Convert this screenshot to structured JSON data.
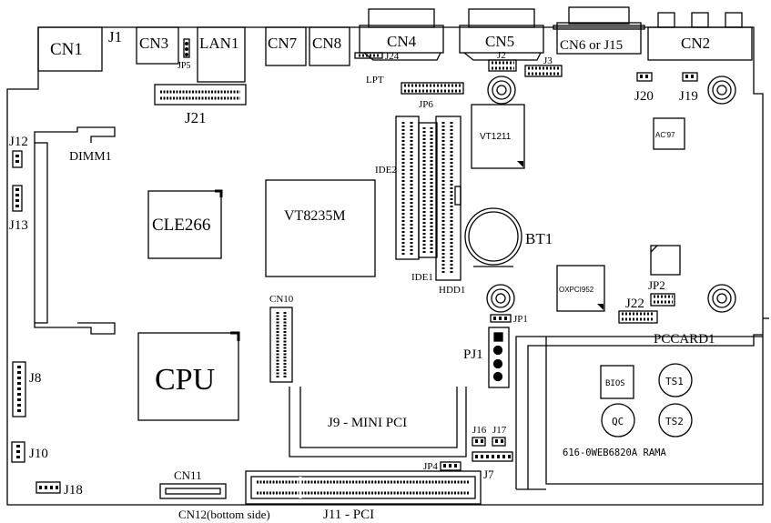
{
  "board": {
    "labels": {
      "cn1": "CN1",
      "j1": "J1",
      "cn3": "CN3",
      "jp5": "JP5",
      "lan1": "LAN1",
      "cn7": "CN7",
      "cn8": "CN8",
      "cn4": "CN4",
      "cn5": "CN5",
      "cn6": "CN6 or J15",
      "cn2": "CN2",
      "j24": "J24",
      "lpt": "LPT",
      "j2": "J2",
      "j3": "J3",
      "j20": "J20",
      "j19": "J19",
      "j21": "J21",
      "jp6": "JP6",
      "vt1211": "VT1211",
      "ac97": "AC'97",
      "j12": "J12",
      "dimm1": "DIMM1",
      "j13": "J13",
      "cle266": "CLE266",
      "vt8235m": "VT8235M",
      "ide2": "IDE2",
      "bt1": "BT1",
      "ide1": "IDE1",
      "hdd1": "HDD1",
      "oxpci952": "OXPCI952",
      "jp2": "JP2",
      "j22": "J22",
      "cn10": "CN10",
      "jp1": "JP1",
      "pccard1": "PCCARD1",
      "pj1": "PJ1",
      "j8": "J8",
      "cpu": "CPU",
      "bios": "BIOS",
      "ts1": "TS1",
      "qc": "QC",
      "ts2": "TS2",
      "j9": "J9 - MINI PCI",
      "j16": "J16",
      "j17": "J17",
      "j10": "J10",
      "model": "616-0WEB6820A RAMA",
      "jp4": "JP4",
      "j7": "J7",
      "cn11": "CN11",
      "j18": "J18",
      "cn12": "CN12(bottom side)",
      "j11": "J11 - PCI"
    }
  }
}
